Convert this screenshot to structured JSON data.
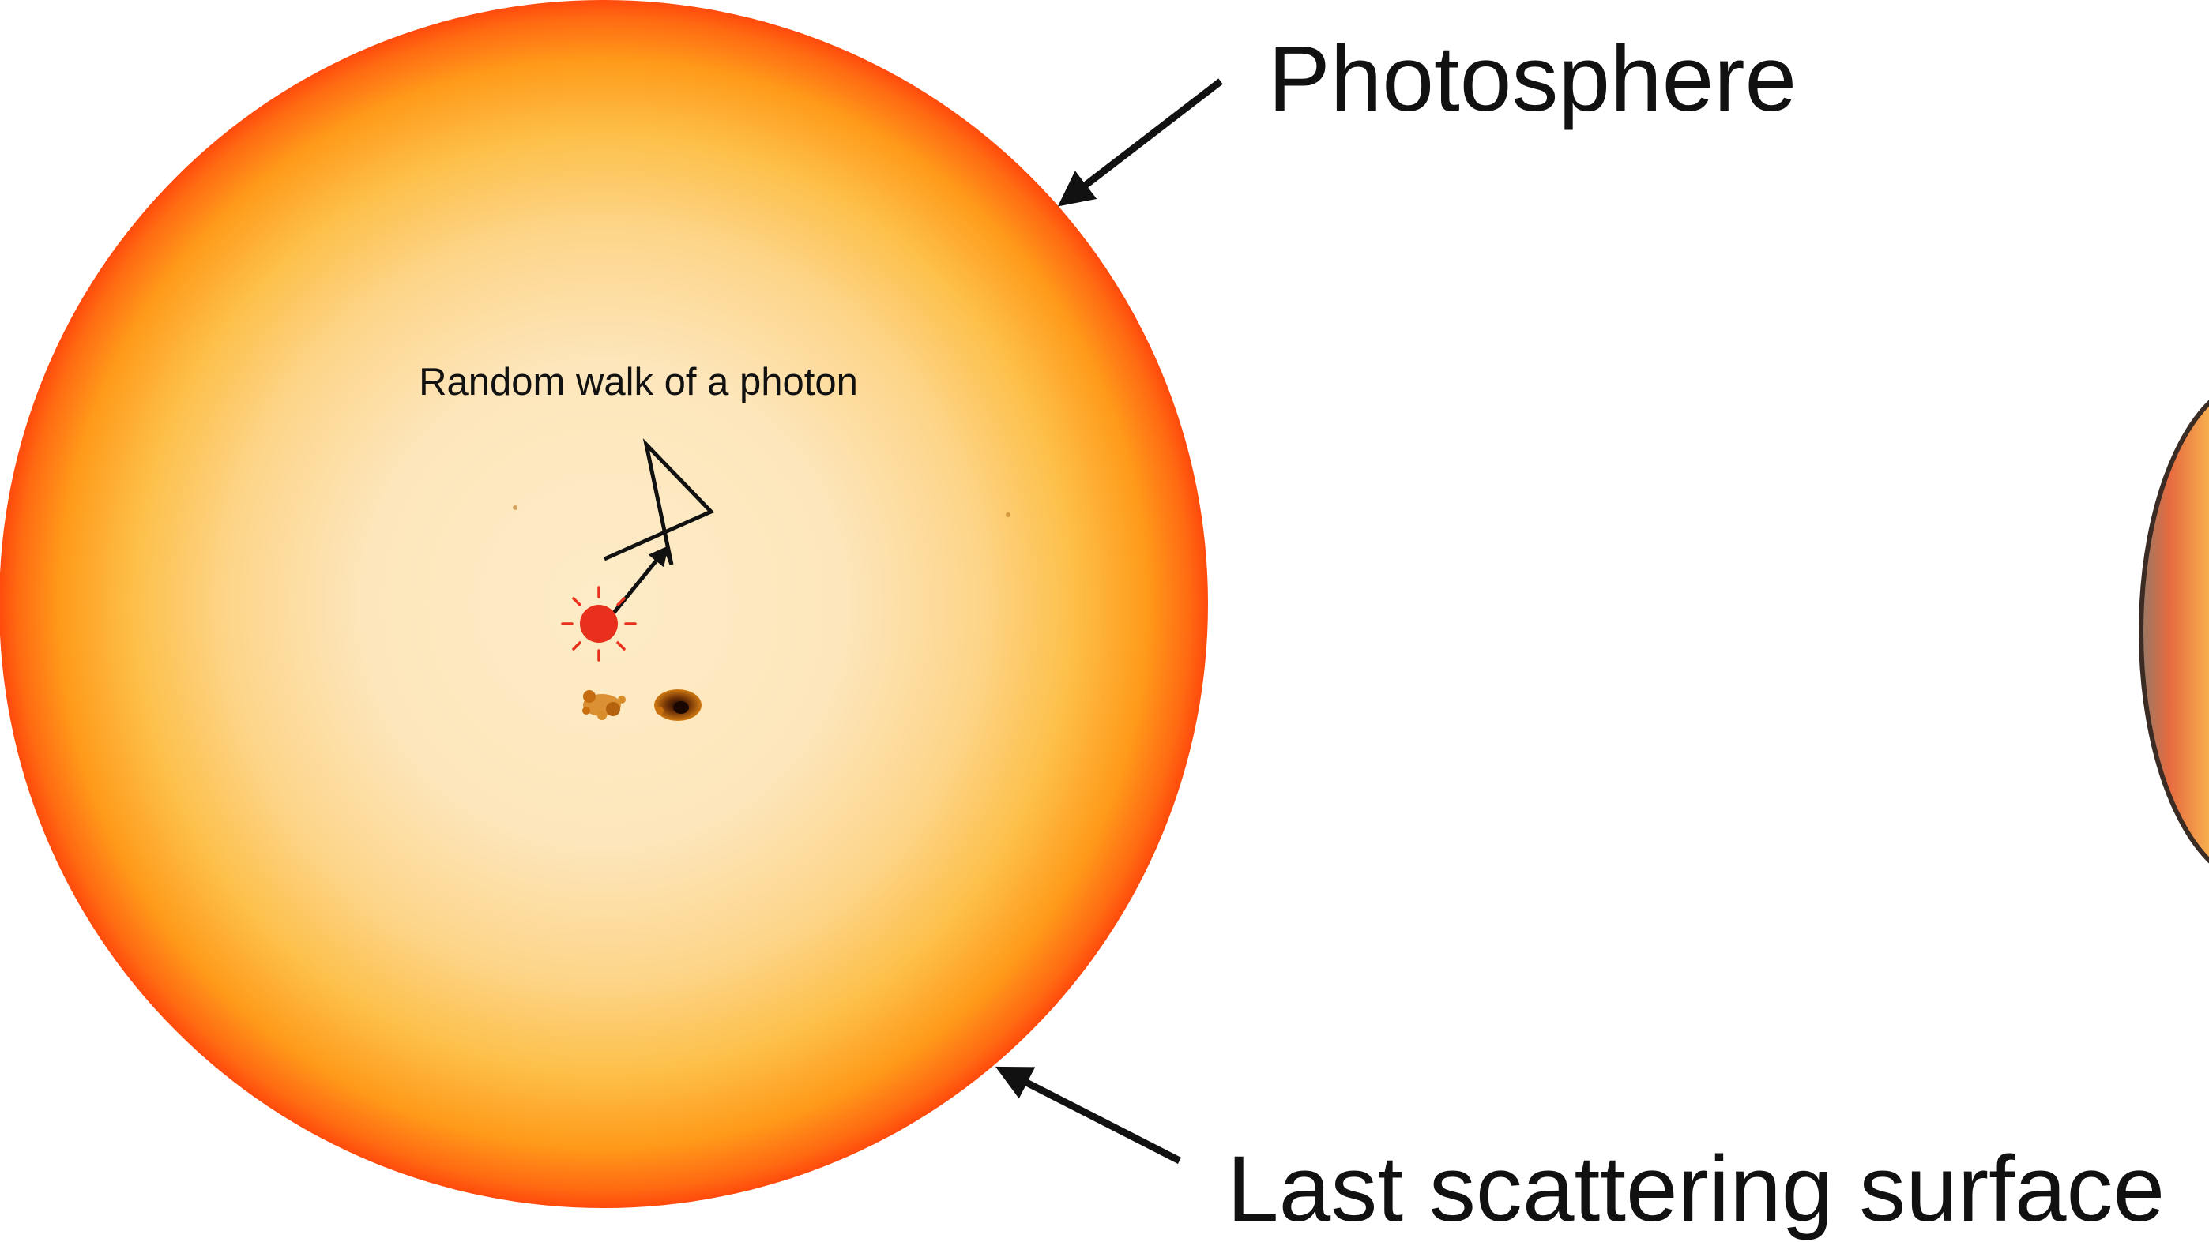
{
  "labels": {
    "photosphere": "Photosphere",
    "last_scattering_surface": "Last scattering surface",
    "random_walk": "Random walk of a photon"
  },
  "icons": {
    "sun": "sun-disk-icon",
    "photon_source": "photon-source-icon",
    "sunspots": "sunspot-icon",
    "cmb_sphere": "cmb-sphere-icon"
  },
  "colors": {
    "sun_center": "#fdecc8",
    "sun_mid": "#fcc55a",
    "sun_edge": "#ff5a10",
    "photon_source": "#e8301c",
    "arrow": "#111111",
    "sunspot": "#c9700d",
    "sunspot_core": "#2a1205"
  }
}
